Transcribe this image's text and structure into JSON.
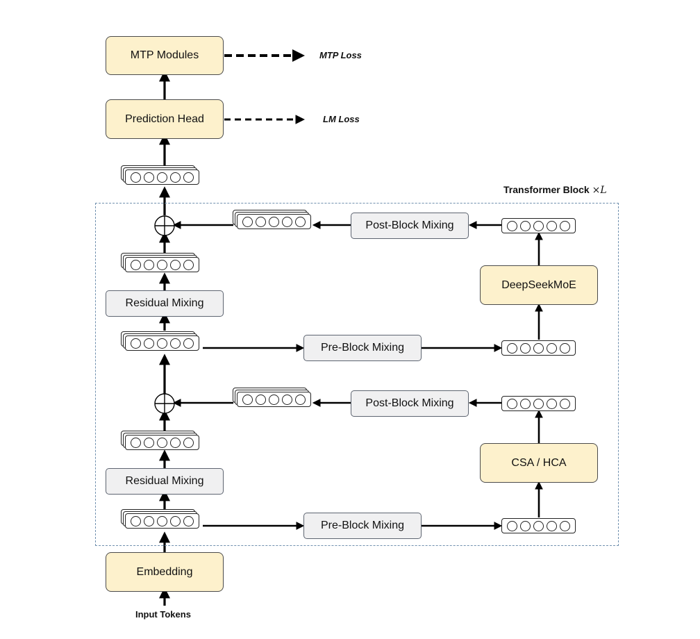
{
  "diagram": {
    "modules": {
      "mtp": "MTP Modules",
      "prediction_head": "Prediction Head",
      "embedding": "Embedding",
      "deepseek_moe": "DeepSeekMoE",
      "csa_hca": "CSA / HCA"
    },
    "mixing": {
      "residual_top": "Residual Mixing",
      "residual_bottom": "Residual Mixing",
      "pre_block_top": "Pre-Block Mixing",
      "pre_block_bottom": "Pre-Block Mixing",
      "post_block_top": "Post-Block Mixing",
      "post_block_bottom": "Post-Block Mixing"
    },
    "losses": {
      "mtp_loss": "MTP Loss",
      "lm_loss": "LM Loss"
    },
    "transformer_block": {
      "label": "Transformer Block",
      "multiplier": "×L"
    },
    "input_label": "Input Tokens",
    "colors": {
      "module_fill": "#fdf1cc",
      "mixing_fill": "#f0f0f1",
      "frame_border": "#6f8fae"
    }
  }
}
